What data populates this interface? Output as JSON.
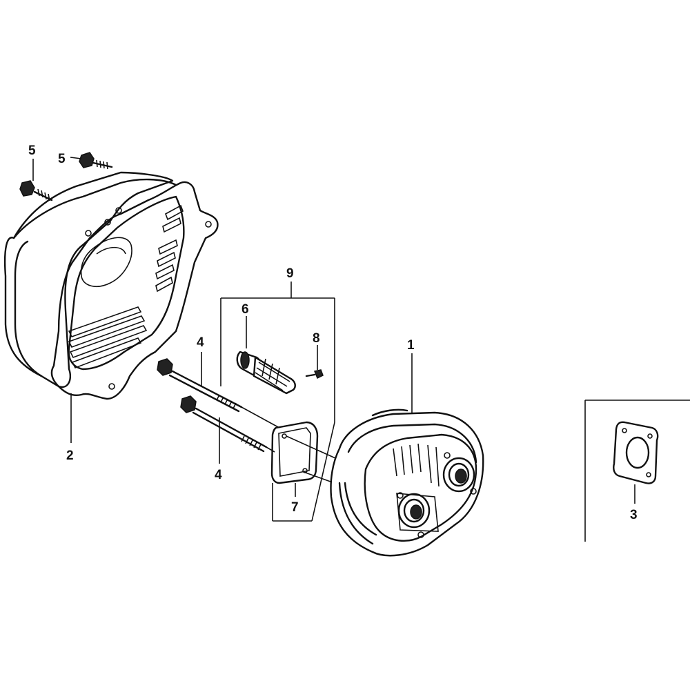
{
  "callouts": {
    "muffler": "1",
    "protector": "2",
    "gasket": "3",
    "bolt_upper": "4",
    "bolt_lower": "4",
    "screw_left": "5",
    "screw_top": "5",
    "spark_arrester": "6",
    "arrester_cover": "7",
    "arrester_screw": "8",
    "arrester_set": "9"
  }
}
